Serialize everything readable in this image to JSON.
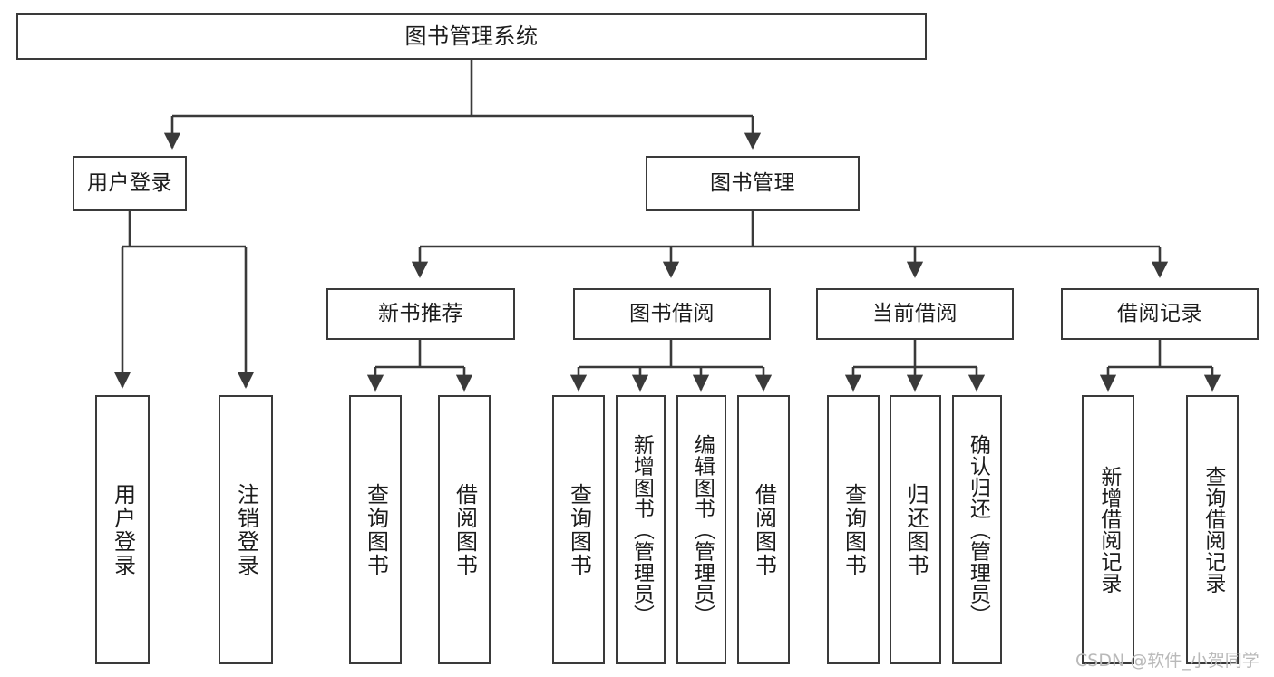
{
  "diagram": {
    "title": "图书管理系统",
    "type": "tree-hierarchy",
    "watermark": "CSDN @软件_小贺同学",
    "accent_color": "#3a3a3a",
    "background_color": "#ffffff",
    "nodes": {
      "root": {
        "label": "图书管理系统"
      },
      "level1": [
        {
          "id": "user-login",
          "label": "用户登录"
        },
        {
          "id": "book-manage",
          "label": "图书管理"
        }
      ],
      "level2": [
        {
          "id": "new-book-recommend",
          "label": "新书推荐"
        },
        {
          "id": "book-borrow",
          "label": "图书借阅"
        },
        {
          "id": "current-borrow",
          "label": "当前借阅"
        },
        {
          "id": "borrow-record",
          "label": "借阅记录"
        }
      ],
      "leaves": {
        "user_login": [
          {
            "id": "leaf-user-login",
            "label": "用户登录"
          },
          {
            "id": "leaf-logout-login",
            "label": "注销登录"
          }
        ],
        "new_book_recommend": [
          {
            "id": "leaf-query-book-1",
            "label": "查询图书"
          },
          {
            "id": "leaf-borrow-book-1",
            "label": "借阅图书"
          }
        ],
        "book_borrow": [
          {
            "id": "leaf-query-book-2",
            "label": "查询图书"
          },
          {
            "id": "leaf-add-book-admin",
            "label": "新增图书（管理员）"
          },
          {
            "id": "leaf-edit-book-admin",
            "label": "编辑图书（管理员）"
          },
          {
            "id": "leaf-borrow-book-2",
            "label": "借阅图书"
          }
        ],
        "current_borrow": [
          {
            "id": "leaf-query-book-3",
            "label": "查询图书"
          },
          {
            "id": "leaf-return-book",
            "label": "归还图书"
          },
          {
            "id": "leaf-confirm-return-admin",
            "label": "确认归还（管理员）"
          }
        ],
        "borrow_record": [
          {
            "id": "leaf-add-borrow-record",
            "label": "新增借阅记录"
          },
          {
            "id": "leaf-query-borrow-record",
            "label": "查询借阅记录"
          }
        ]
      }
    }
  }
}
